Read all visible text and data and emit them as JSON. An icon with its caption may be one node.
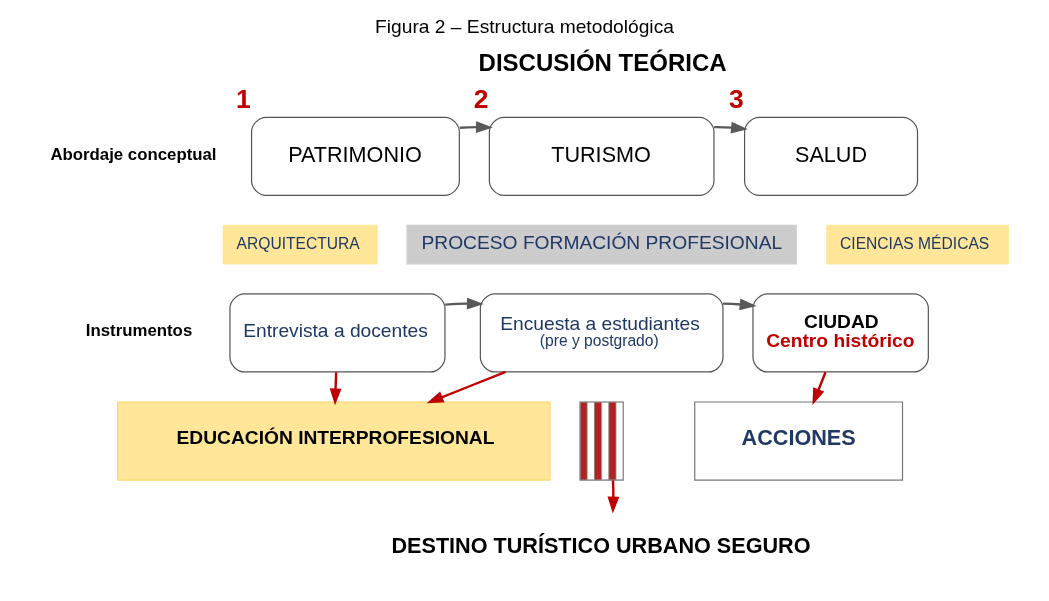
{
  "diagram": {
    "title": "Figura 2 – Estructura metodológica",
    "nodes": [
      {
        "text": [
          "PATRIMONIO"
        ],
        "beside": [
          "1"
        ]
      },
      {
        "text": [
          "TURISMO"
        ],
        "beside": [
          "2"
        ]
      },
      {
        "text": [
          "SALUD"
        ],
        "beside": [
          "3"
        ]
      },
      {
        "text": [
          "PROCESO FORMACIÓN PROFESIONAL"
        ]
      },
      {
        "text": [
          "ARQUITECTURA"
        ]
      },
      {
        "text": [
          "CIENCIAS MÉDICAS"
        ]
      },
      {
        "text": [
          "Entrevista a docentes"
        ]
      },
      {
        "text": [
          "Encuesta a estudiantes",
          "(pre y postgrado)"
        ]
      },
      {
        "text": [
          "CIUDAD",
          "Centro histórico"
        ]
      },
      {
        "text": [
          "EDUCACIÓN INTERPROFESIONAL"
        ]
      },
      {
        "text": [],
        "shape": "box"
      },
      {
        "text": [
          "ACCIONES"
        ]
      },
      {
        "text": [
          "DESTINO TURÍSTICO URBANO SEGURO"
        ]
      }
    ],
    "edges": [
      {
        "from": 0,
        "to": 1,
        "arrow": "to"
      },
      {
        "from": 1,
        "to": 2,
        "arrow": "to"
      },
      {
        "from": 6,
        "to": 7,
        "arrow": "to"
      },
      {
        "from": 7,
        "to": 8,
        "arrow": "to"
      },
      {
        "from": 6,
        "to": 9,
        "arrow": "to",
        "color": "#c00000"
      },
      {
        "from": 7,
        "to": 9,
        "arrow": "to",
        "color": "#c00000"
      },
      {
        "from": 8,
        "to": 11,
        "arrow": "to",
        "color": "#c00000"
      },
      {
        "from": 10,
        "to": 12,
        "arrow": "to",
        "color": "#c00000"
      }
    ],
    "labels": [
      "DISCUSIÓN TEÓRICA",
      "Abordaje conceptual",
      "Instrumentos"
    ]
  }
}
